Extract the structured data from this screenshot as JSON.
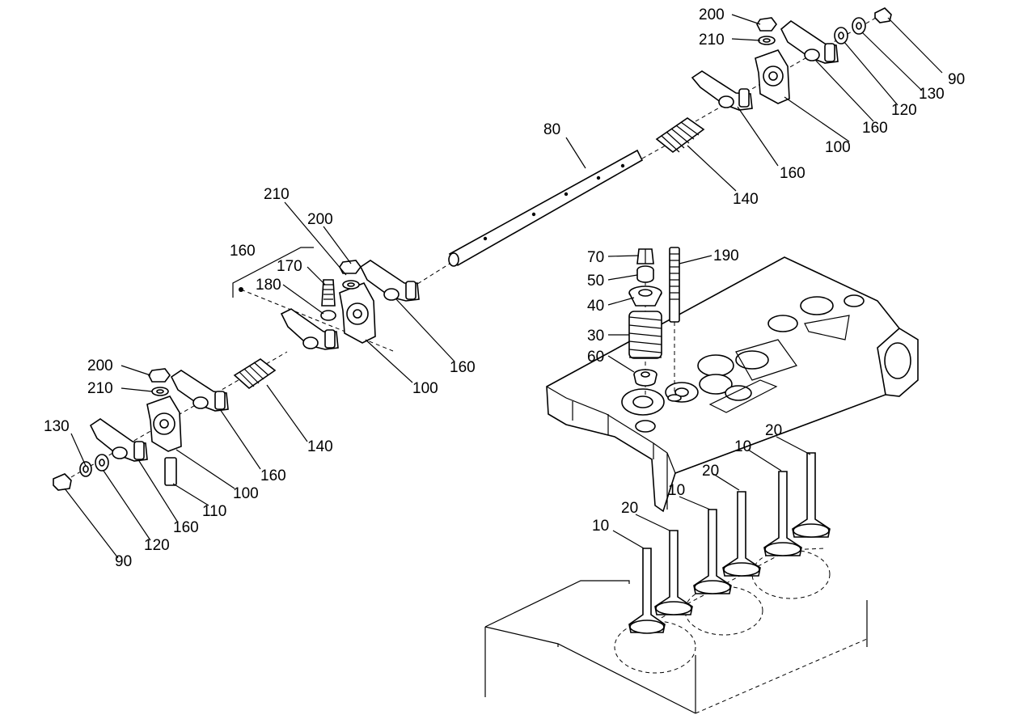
{
  "callouts": {
    "c200_top": "200",
    "c210_top": "210",
    "c90_top": "90",
    "c130_top": "130",
    "c120_top": "120",
    "c160_top_a": "160",
    "c100_top": "100",
    "c160_top_b": "160",
    "c80": "80",
    "c140_top": "140",
    "c210_mid": "210",
    "c200_mid": "200",
    "c160_bracket": "160",
    "c170": "170",
    "c180": "180",
    "c160_mid": "160",
    "c100_mid": "100",
    "c200_left": "200",
    "c210_left": "210",
    "c130_left": "130",
    "c140_left": "140",
    "c160_left_a": "160",
    "c100_left": "100",
    "c110": "110",
    "c160_left_b": "160",
    "c120_left": "120",
    "c90_left": "90",
    "c70": "70",
    "c190": "190",
    "c50": "50",
    "c40": "40",
    "c30": "30",
    "c60": "60",
    "c20_a": "20",
    "c10_a": "10",
    "c20_b": "20",
    "c10_b": "10",
    "c20_c": "20",
    "c10_c": "10"
  }
}
